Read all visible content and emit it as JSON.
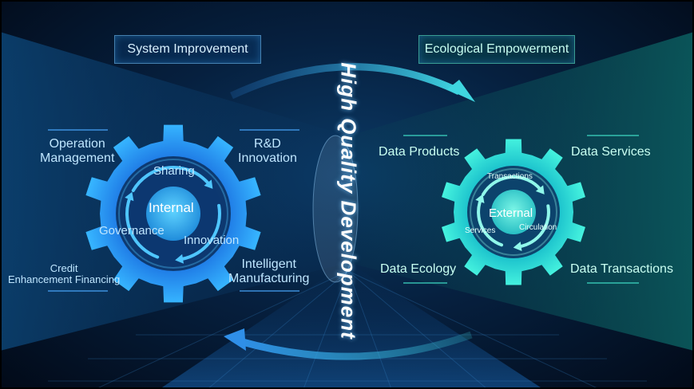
{
  "top_labels": {
    "system_improvement": "System Improvement",
    "ecological_empowerment": "Ecological Empowerment"
  },
  "center_title": "High Quality Development",
  "internal_gear": {
    "center": "Internal",
    "inner": {
      "sharing": "Sharing",
      "governance": "Governance",
      "innovation": "Innovation"
    },
    "outer": {
      "operation_management": "Operation\nManagement",
      "rd_innovation": "R&D\nInnovation",
      "credit_financing": "Credit\nEnhancement Financing",
      "intelligent_manufacturing": "Intelligent\nManufacturing"
    }
  },
  "external_gear": {
    "center": "External",
    "inner": {
      "transactions": "Transactions",
      "services": "Services",
      "circulation": "Circulation"
    },
    "outer": {
      "data_products": "Data Products",
      "data_services": "Data Services",
      "data_ecology": "Data Ecology",
      "data_transactions": "Data Transactions"
    }
  },
  "colors": {
    "internal_gear": "#1e90ff",
    "external_gear": "#2ee6d6",
    "arrow_top": "#34c7e6",
    "arrow_bottom": "#2f8fe8",
    "label_blue": "#bfe6ff",
    "label_teal": "#c9fff2"
  }
}
